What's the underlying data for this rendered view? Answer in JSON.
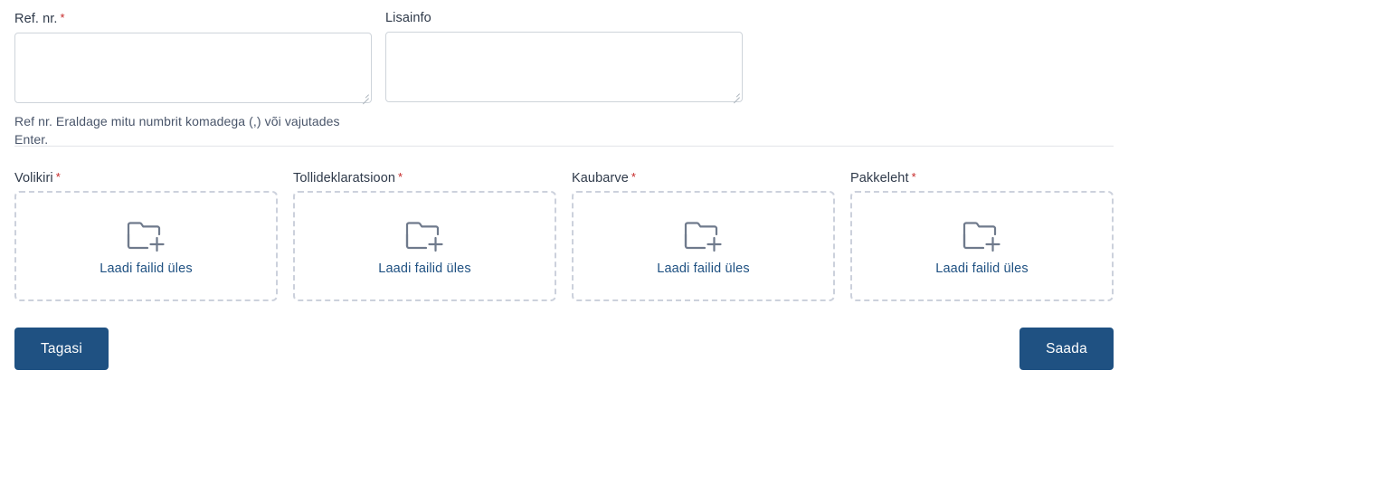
{
  "form": {
    "ref_field": {
      "label": "Ref. nr.",
      "required": true,
      "required_marker": "*",
      "value": "",
      "helper_text": "Ref nr. Eraldage mitu numbrit komadega (,) või vajutades Enter."
    },
    "info_field": {
      "label": "Lisainfo",
      "required": false,
      "value": ""
    },
    "uploads": [
      {
        "label": "Volikiri",
        "required": true,
        "required_marker": "*",
        "cta": "Laadi failid üles",
        "icon": "folder-plus-icon"
      },
      {
        "label": "Tollideklaratsioon",
        "required": true,
        "required_marker": "*",
        "cta": "Laadi failid üles",
        "icon": "folder-plus-icon"
      },
      {
        "label": "Kaubarve",
        "required": true,
        "required_marker": "*",
        "cta": "Laadi failid üles",
        "icon": "folder-plus-icon"
      },
      {
        "label": "Pakkeleht",
        "required": true,
        "required_marker": "*",
        "cta": "Laadi failid üles",
        "icon": "folder-plus-icon"
      }
    ],
    "actions": {
      "back_label": "Tagasi",
      "submit_label": "Saada"
    }
  },
  "colors": {
    "primary": "#1f5182",
    "required_star": "#c62828",
    "label_text": "#2f3a4a",
    "helper_text": "#49556a",
    "input_border": "#ced4da",
    "dropzone_border": "#ccd1dc",
    "icon_stroke": "#6f7a8c",
    "divider": "#e2e4e8",
    "page_background": "#ffffff",
    "button_text": "#ffffff"
  }
}
